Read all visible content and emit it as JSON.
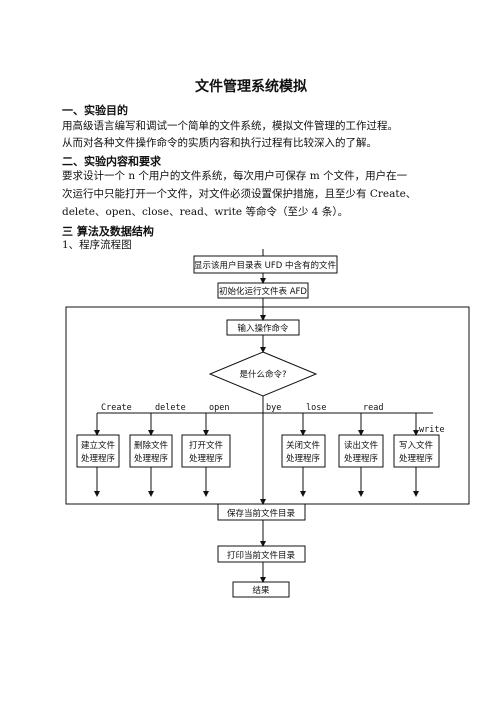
{
  "doc": {
    "title": "文件管理系统模拟",
    "s1_heading": "一、实验目的",
    "s1_line1": "用高级语言编写和调试一个简单的文件系统，模拟文件管理的工作过程。",
    "s1_line2": "从而对各种文件操作命令的实质内容和执行过程有比较深入的了解。",
    "s2_heading": "二、实验内容和要求",
    "s2_line1": "要求设计一个 n 个用户的文件系统，每次用户可保存 m 个文件，用户在一",
    "s2_line2": "次运行中只能打开一个文件，对文件必须设置保护措施，且至少有 Create、",
    "s2_line3": "delete、open、close、read、write 等命令（至少 4 条）。",
    "s3_heading": "三 算法及数据结构",
    "s3_sub": "1、程序流程图"
  },
  "flow": {
    "n1": "显示该用户目录表 UFD 中含有的文件",
    "n2": "初始化运行文件表 AFD",
    "n3": "输入操作命令",
    "n4": "是什么命令?",
    "b1": [
      "建立文件",
      "处理程序"
    ],
    "b2": [
      "删除文件",
      "处理程序"
    ],
    "b3": [
      "打开文件",
      "处理程序"
    ],
    "b4": [
      "关闭文件",
      "处理程序"
    ],
    "b5": [
      "读出文件",
      "处理程序"
    ],
    "b6": [
      "写入文件",
      "处理程序"
    ],
    "l1": "Create",
    "l2": "delete",
    "l3": "open",
    "l4": "bye",
    "l5": "lose",
    "l6": "read",
    "l7": "write",
    "n5": "保存当前文件目录",
    "n6": "打印当前文件目录",
    "n7": "结果"
  }
}
